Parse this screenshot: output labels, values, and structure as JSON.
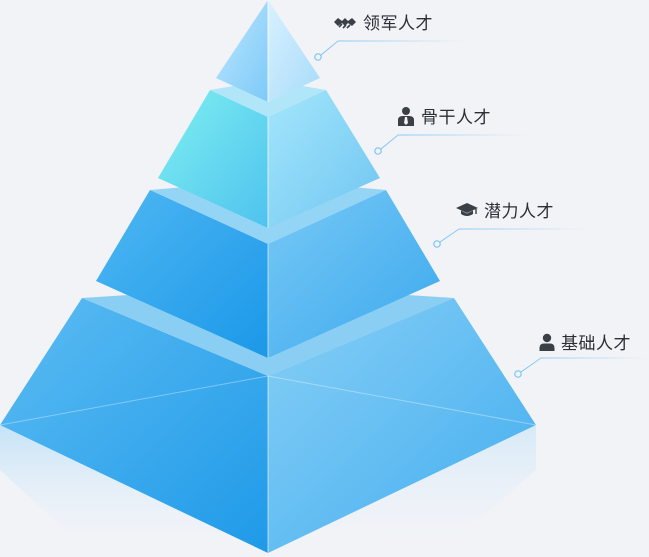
{
  "pyramid": {
    "tiers": [
      {
        "label": "领军人才",
        "icon": "handshake-icon"
      },
      {
        "label": "骨干人才",
        "icon": "business-person-icon"
      },
      {
        "label": "潜力人才",
        "icon": "graduation-cap-icon"
      },
      {
        "label": "基础人才",
        "icon": "person-icon"
      }
    ]
  },
  "colors": {
    "background": "#f2f3f7",
    "accent": "#3aa7f0",
    "connector": "#7cc4f2",
    "text": "#2b2f36"
  }
}
